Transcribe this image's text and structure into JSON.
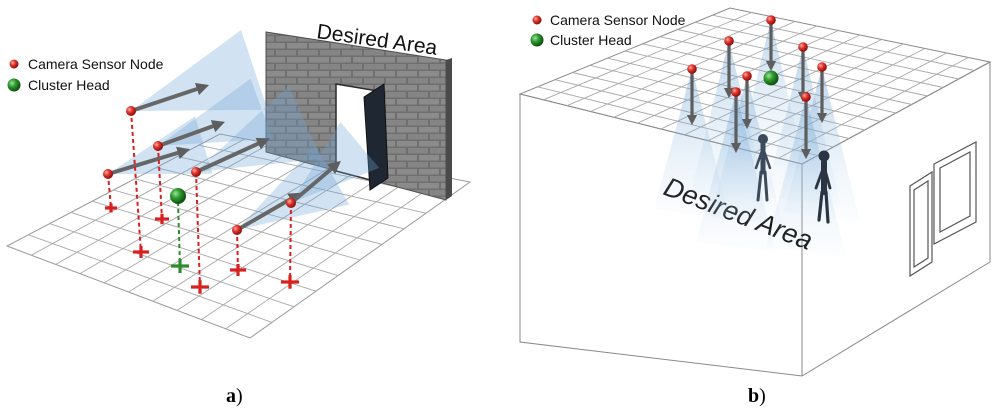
{
  "legend": {
    "camera_node": "Camera Sensor Node",
    "cluster_head": "Cluster Head"
  },
  "panel_a": {
    "area_label": "Desired Area",
    "caption_letter": "a",
    "caption_paren": ")"
  },
  "panel_b": {
    "area_label": "Desired Area",
    "caption_letter": "b",
    "caption_paren": ")"
  },
  "colors": {
    "sensor_node": "#d8201f",
    "cluster_head": "#2e8b2e",
    "grid": "#9a9a9a",
    "wall": "#7a7a7a",
    "fov_cone": "#6fa6d6",
    "arrow": "#666666"
  },
  "icons": [
    "red-sphere-icon",
    "green-sphere-icon",
    "arrow-icon",
    "cross-marker-icon",
    "person-icon",
    "door-icon",
    "window-icon"
  ]
}
